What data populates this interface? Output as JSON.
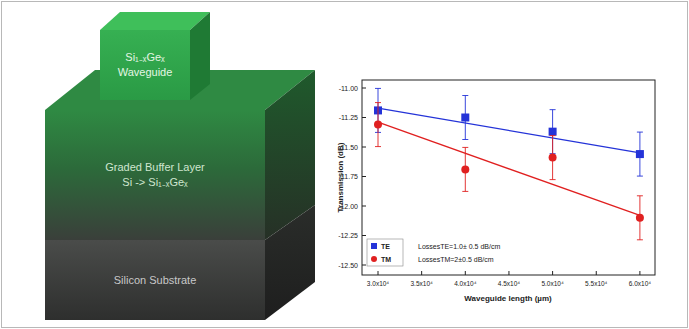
{
  "diagram": {
    "nodes": [
      {
        "text": [
          "Si₁₋ₓGeₓ Waveguide"
        ]
      },
      {
        "text": [
          "Graded Buffer Layer",
          "Si -> Si₁₋ₓGeₓ"
        ]
      },
      {
        "text": [
          "Silicon Substrate"
        ]
      }
    ],
    "labels": [
      "Transmission (dB)",
      "Waveguide length (µm)",
      "-11.00",
      "-11.25",
      "-11.50",
      "-11.75",
      "-12.00",
      "-12.25",
      "-12.50",
      "3.0x10⁴",
      "3.5x10⁴",
      "4.0x10⁴",
      "4.5x10⁴",
      "5.0x10⁴",
      "5.5x10⁴",
      "6.0x10⁴",
      "LossesTE=1.0± 0.5 dB/cm",
      "LossesTM=2±0.5 dB/cm"
    ],
    "legend": [
      {
        "text": "TE",
        "color": "#2433d8"
      },
      {
        "text": "TM",
        "color": "#e02020"
      }
    ]
  }
}
